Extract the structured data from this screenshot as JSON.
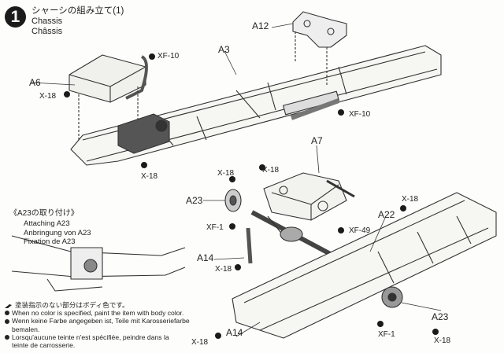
{
  "step": {
    "number": "1",
    "title_jp": "シャーシの組み立て(1)",
    "title_en": "Chassis",
    "title_fr": "Châssis"
  },
  "labels": {
    "a12": "A12",
    "a3": "A3",
    "a6": "A6",
    "a7": "A7",
    "a14_upper": "A14",
    "a14_lower": "A14",
    "a22": "A22",
    "a23_left": "A23",
    "a23_right": "A23",
    "xf10_top": "XF-10",
    "xf10_right": "XF-10",
    "x18_left": "X-18",
    "x18_below": "X-18",
    "x18_mid_left": "X-18",
    "x18_mid": "X-18",
    "x18_right": "X-18",
    "x18_a14": "X-18",
    "x18_bottom_left": "X-18",
    "x18_bottom_right": "X-18",
    "xf1_left": "XF-1",
    "xf1_bottom": "XF-1",
    "xf49": "XF-49"
  },
  "inset": {
    "heading": "《A23の取り付け》",
    "lines": [
      "Attaching A23",
      "Anbringung von A23",
      "Fixation de A23"
    ]
  },
  "notes": {
    "jp": "塗装指示のない部分はボディ色です。",
    "en": "When no color is specified, paint the item with body color.",
    "de1": "Wenn keine Farbe angegeben ist, Teile mit Karosseriefarbe",
    "de2": "bemalen.",
    "fr1": "Lorsqu'aucune teinte n'est spécifiée, peindre dans la",
    "fr2": "teinte de carrosserie."
  }
}
